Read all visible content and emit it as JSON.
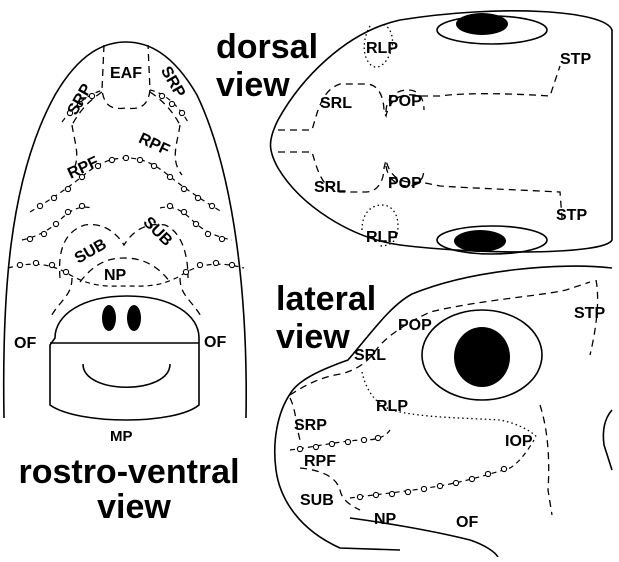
{
  "colors": {
    "ink": "#000000",
    "background": "#ffffff"
  },
  "rostro_ventral": {
    "title_line1": "rostro-ventral",
    "title_line2": "view",
    "labels": {
      "eaf": "EAF",
      "srp_left": "SRP",
      "srp_right": "SRP",
      "rpf_left": "RPF",
      "rpf_right": "RPF",
      "sub_left": "SUB",
      "sub_right": "SUB",
      "np": "NP",
      "of_left": "OF",
      "of_right": "OF",
      "mp": "MP"
    }
  },
  "dorsal": {
    "title_line1": "dorsal",
    "title_line2": "view",
    "labels": {
      "rlp_top": "RLP",
      "stp_top": "STP",
      "srl_top": "SRL",
      "pop_top": "POP",
      "srl_bottom": "SRL",
      "pop_bottom": "POP",
      "stp_bottom": "STP",
      "rlp_bottom": "RLP"
    }
  },
  "lateral": {
    "title_line1": "lateral",
    "title_line2": "view",
    "labels": {
      "pop": "POP",
      "stp": "STP",
      "srl": "SRL",
      "rlp": "RLP",
      "srp": "SRP",
      "iop": "IOP",
      "rpf": "RPF",
      "sub": "SUB",
      "np": "NP",
      "of": "OF"
    }
  }
}
